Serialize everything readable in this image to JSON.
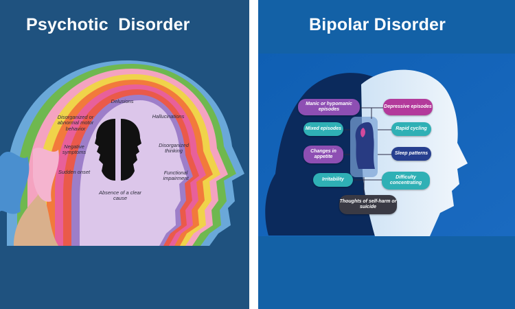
{
  "left": {
    "title": "Psychotic  Disorder",
    "labels": {
      "delusions": "Delusions",
      "hallucinations": "Hallucinations",
      "motor": "Disorganized or abnormal motor behavior",
      "negative": "Negative symptoms",
      "disorganized_thinking": "Disorganized thinking",
      "sudden_onset": "Sudden onset",
      "functional": "Functional impairment",
      "absence": "Absence of a clear cause"
    }
  },
  "right": {
    "title": "Bipolar Disorder",
    "pills": {
      "manic": "Manic or hypomanic episodes",
      "depressive": "Depressive episodes",
      "mixed": "Mixed episodes",
      "rapid": "Rapid cycling",
      "appetite": "Changes in appetite",
      "sleep": "Sleep patterns",
      "irritability": "Irritability",
      "concentrating": "Difficulty concentrating",
      "self_harm": "Thoughts of self-harm or suicide"
    }
  },
  "colors": {
    "left_bg": "#1f527f",
    "right_bg": "#1361a6",
    "divider": "#ffffff",
    "pill_purple": "#8e4fb3",
    "pill_teal": "#2fb0b5",
    "pill_navy": "#263f8f",
    "pill_magenta": "#b3399b",
    "pill_dark": "#3a3a44"
  }
}
